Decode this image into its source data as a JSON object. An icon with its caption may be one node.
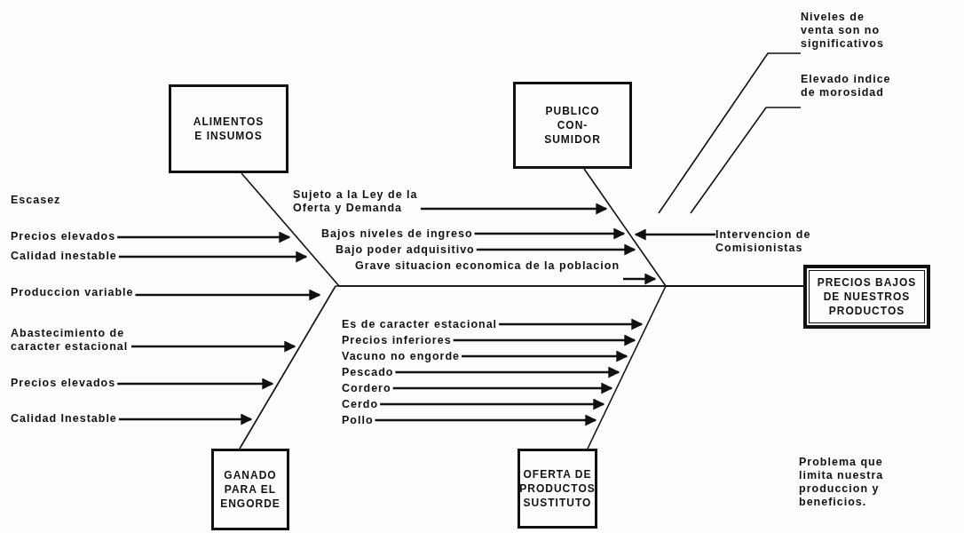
{
  "diagram": {
    "nodes": [
      {
        "text": [
          "ALIMENTOS E INSUMOS"
        ]
      },
      {
        "text": [
          "PUBLICO CON- SUMIDOR"
        ]
      },
      {
        "text": [
          "PRECIOS BAJOS DE NUESTROS PRODUCTOS"
        ]
      },
      {
        "text": [
          "GANADO PARA EL ENGORDE"
        ]
      },
      {
        "text": [
          "OFERTA DE PRODUCTOS SUSTITUTO"
        ]
      },
      {
        "text": [
          "Precios elevados"
        ]
      },
      {
        "text": [
          "Calidad inestable"
        ]
      },
      {
        "text": [
          "Produccion variable"
        ]
      },
      {
        "text": [
          "Abastecimiento de caracter estacional"
        ]
      },
      {
        "text": [
          "Precios elevados"
        ]
      },
      {
        "text": [
          "Calidad Inestable"
        ]
      },
      {
        "text": [
          "Sujeto a la Ley de la Oferta y Demanda"
        ]
      },
      {
        "text": [
          "Bajos niveles de ingreso"
        ]
      },
      {
        "text": [
          "Bajo poder adquisitivo"
        ]
      },
      {
        "text": [
          "Grave situacion economica de la poblacion"
        ]
      },
      {
        "text": [
          "Es de caracter estacional"
        ]
      },
      {
        "text": [
          "Precios inferiores"
        ]
      },
      {
        "text": [
          "Vacuno no engorde"
        ]
      },
      {
        "text": [
          "Pescado"
        ]
      },
      {
        "text": [
          "Cordero"
        ]
      },
      {
        "text": [
          "Cerdo"
        ]
      },
      {
        "text": [
          "Pollo"
        ]
      },
      {
        "text": [
          "Niveles de venta son no significativos"
        ]
      },
      {
        "text": [
          "Elevado indice de morosidad"
        ]
      },
      {
        "text": [
          "Intervencion de Comisionistas"
        ]
      },
      {
        "text": [],
        "shape": "line"
      },
      {
        "text": [],
        "shape": "line"
      },
      {
        "text": [],
        "shape": "line"
      },
      {
        "text": [],
        "shape": "line"
      }
    ],
    "edges": [
      {
        "from": 25,
        "to": 2,
        "arrow": "none"
      },
      {
        "from": 26,
        "to": 2,
        "arrow": "none"
      },
      {
        "from": 27,
        "to": 2,
        "arrow": "none"
      },
      {
        "from": 28,
        "to": 2,
        "arrow": "none"
      },
      {
        "from": 5,
        "to": 25,
        "arrow": "to"
      },
      {
        "from": 6,
        "to": 25,
        "arrow": "to"
      },
      {
        "from": 7,
        "to": 27,
        "arrow": "to"
      },
      {
        "from": 8,
        "to": 27,
        "arrow": "to"
      },
      {
        "from": 9,
        "to": 27,
        "arrow": "to"
      },
      {
        "from": 10,
        "to": 27,
        "arrow": "to"
      },
      {
        "from": 11,
        "to": 26,
        "arrow": "to"
      },
      {
        "from": 12,
        "to": 26,
        "arrow": "to"
      },
      {
        "from": 13,
        "to": 26,
        "arrow": "to"
      },
      {
        "from": 14,
        "to": 26,
        "arrow": "to"
      },
      {
        "from": 15,
        "to": 28,
        "arrow": "to"
      },
      {
        "from": 16,
        "to": 28,
        "arrow": "to"
      },
      {
        "from": 17,
        "to": 28,
        "arrow": "to"
      },
      {
        "from": 18,
        "to": 28,
        "arrow": "to"
      },
      {
        "from": 19,
        "to": 28,
        "arrow": "to"
      },
      {
        "from": 20,
        "to": 28,
        "arrow": "to"
      },
      {
        "from": 21,
        "to": 28,
        "arrow": "to"
      },
      {
        "from": 22,
        "to": 26,
        "arrow": "none"
      },
      {
        "from": 23,
        "to": null,
        "arrow": "none"
      },
      {
        "from": 24,
        "to": 26,
        "arrow": "to"
      }
    ],
    "labels": [
      "Escasez",
      "Problema que limita nuestra produccion y beneficios."
    ]
  }
}
